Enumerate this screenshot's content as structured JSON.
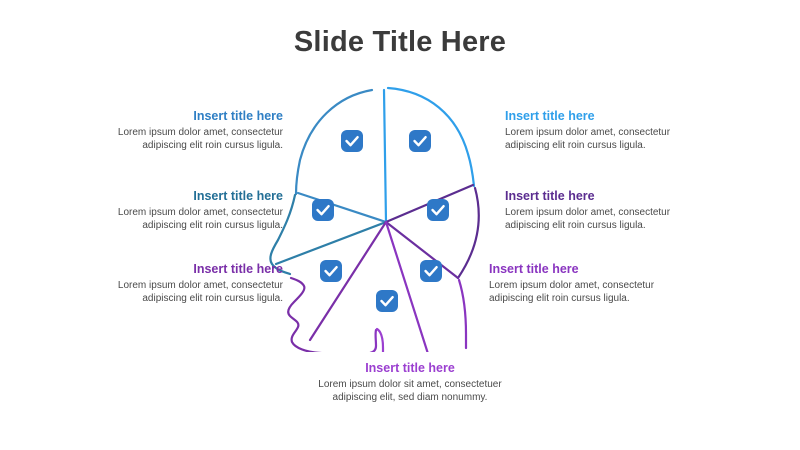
{
  "slide": {
    "title": "Slide Title Here",
    "title_color": "#3b3b3b",
    "background": "#ffffff"
  },
  "figure": {
    "name": "head-with-seven-segments",
    "badge_icon": "check-icon",
    "badge_color": "#2e78c7",
    "badge_check_color": "#ffffff",
    "segment_count": 7,
    "segment_colors": [
      "#3a8ac4",
      "#2f9fea",
      "#5b2d90",
      "#6b2fa0",
      "#7b2fb0",
      "#8a35c0",
      "#9b3fd0"
    ],
    "outline_colors": {
      "skull_left": "#3a8ac4",
      "skull_right": "#2f9fea",
      "brow_profile": "#2e7fa8",
      "face_profile": "#7a2fa8",
      "neck_jaw": "#8a35c0"
    }
  },
  "blocks": [
    {
      "id": "left-1",
      "title": "Insert title here",
      "title_color": "#2f7fc4",
      "body": "Lorem ipsum dolor amet, consectetur adipiscing elit roin cursus ligula.",
      "align": "right"
    },
    {
      "id": "left-2",
      "title": "Insert title here",
      "title_color": "#236f96",
      "body": "Lorem ipsum dolor amet, consectetur adipiscing elit roin cursus ligula.",
      "align": "right"
    },
    {
      "id": "left-3",
      "title": "Insert title here",
      "title_color": "#7a2fa8",
      "body": "Lorem ipsum dolor amet, consectetur adipiscing elit roin cursus ligula.",
      "align": "right"
    },
    {
      "id": "right-1",
      "title": "Insert title here",
      "title_color": "#2f9fea",
      "body": "Lorem ipsum dolor amet, consectetur adipiscing elit roin cursus ligula.",
      "align": "left"
    },
    {
      "id": "right-2",
      "title": "Insert title here",
      "title_color": "#5b2d90",
      "body": "Lorem ipsum dolor amet, consectetur adipiscing elit roin cursus ligula.",
      "align": "left"
    },
    {
      "id": "right-3",
      "title": "Insert title here",
      "title_color": "#8a35c0",
      "body": "Lorem ipsum dolor amet, consectetur adipiscing elit roin cursus ligula.",
      "align": "left"
    },
    {
      "id": "bottom-1",
      "title": "Insert title here",
      "title_color": "#9b3fd0",
      "body": "Lorem ipsum dolor sit amet, consectetuer adipiscing elit, sed diam nonummy.",
      "align": "center"
    }
  ]
}
